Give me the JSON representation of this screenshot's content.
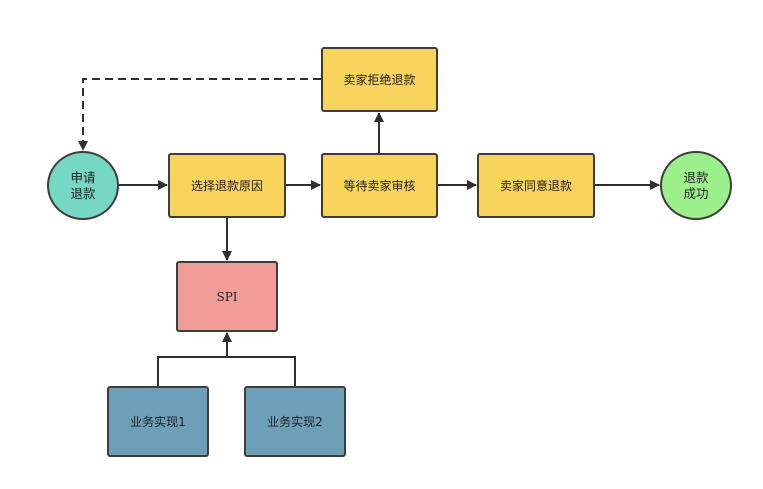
{
  "nodes": {
    "apply_refund": "申请\n退款",
    "select_reason": "选择退款原因",
    "wait_seller": "等待卖家审核",
    "seller_reject": "卖家拒绝退款",
    "seller_agree": "卖家同意退款",
    "refund_success": "退款\n成功",
    "spi": "SPI",
    "impl_1": "业务实现1",
    "impl_2": "业务实现2"
  },
  "colors": {
    "process": "#f9d45c",
    "spi": "#f19c99",
    "implementation": "#6e9fb8",
    "start": "#76d7c4",
    "end": "#9cf08c",
    "line": "#2f2f2f"
  }
}
